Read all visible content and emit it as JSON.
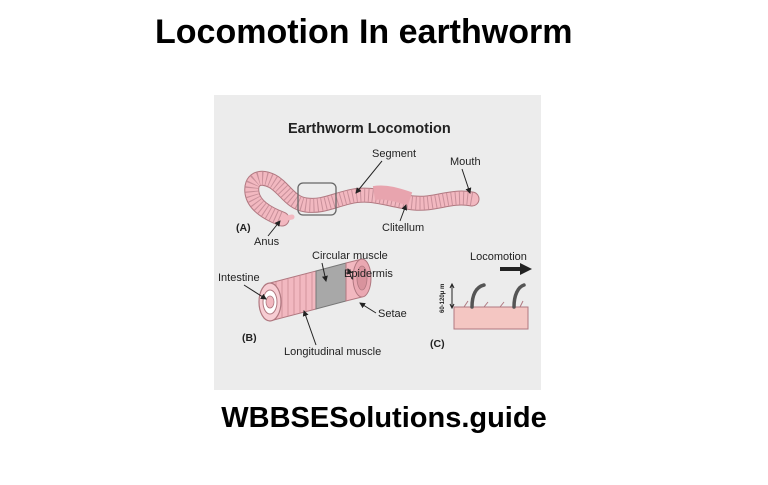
{
  "page": {
    "title": "Locomotion In earthworm",
    "footer": "WBBSESolutions.guide"
  },
  "diagram": {
    "title": "Earthworm Locomotion",
    "labels": {
      "segment": "Segment",
      "mouth": "Mouth",
      "panel_a": "(A)",
      "anus": "Anus",
      "clitellum": "Clitellum",
      "circular_muscle": "Circular muscle",
      "intestine": "Intestine",
      "epidermis": "Epidermis",
      "setae": "Setae",
      "panel_b": "(B)",
      "longitudinal_muscle": "Longitudinal muscle",
      "locomotion": "Locomotion",
      "scale": "60-120μ m",
      "panel_c": "(C)"
    },
    "colors": {
      "panel_bg": "#ececec",
      "worm_pink": "#f2b8c0",
      "worm_line": "#b07880",
      "muscle_grey": "#a8a8a8",
      "ground": "#f4c6c2"
    }
  }
}
